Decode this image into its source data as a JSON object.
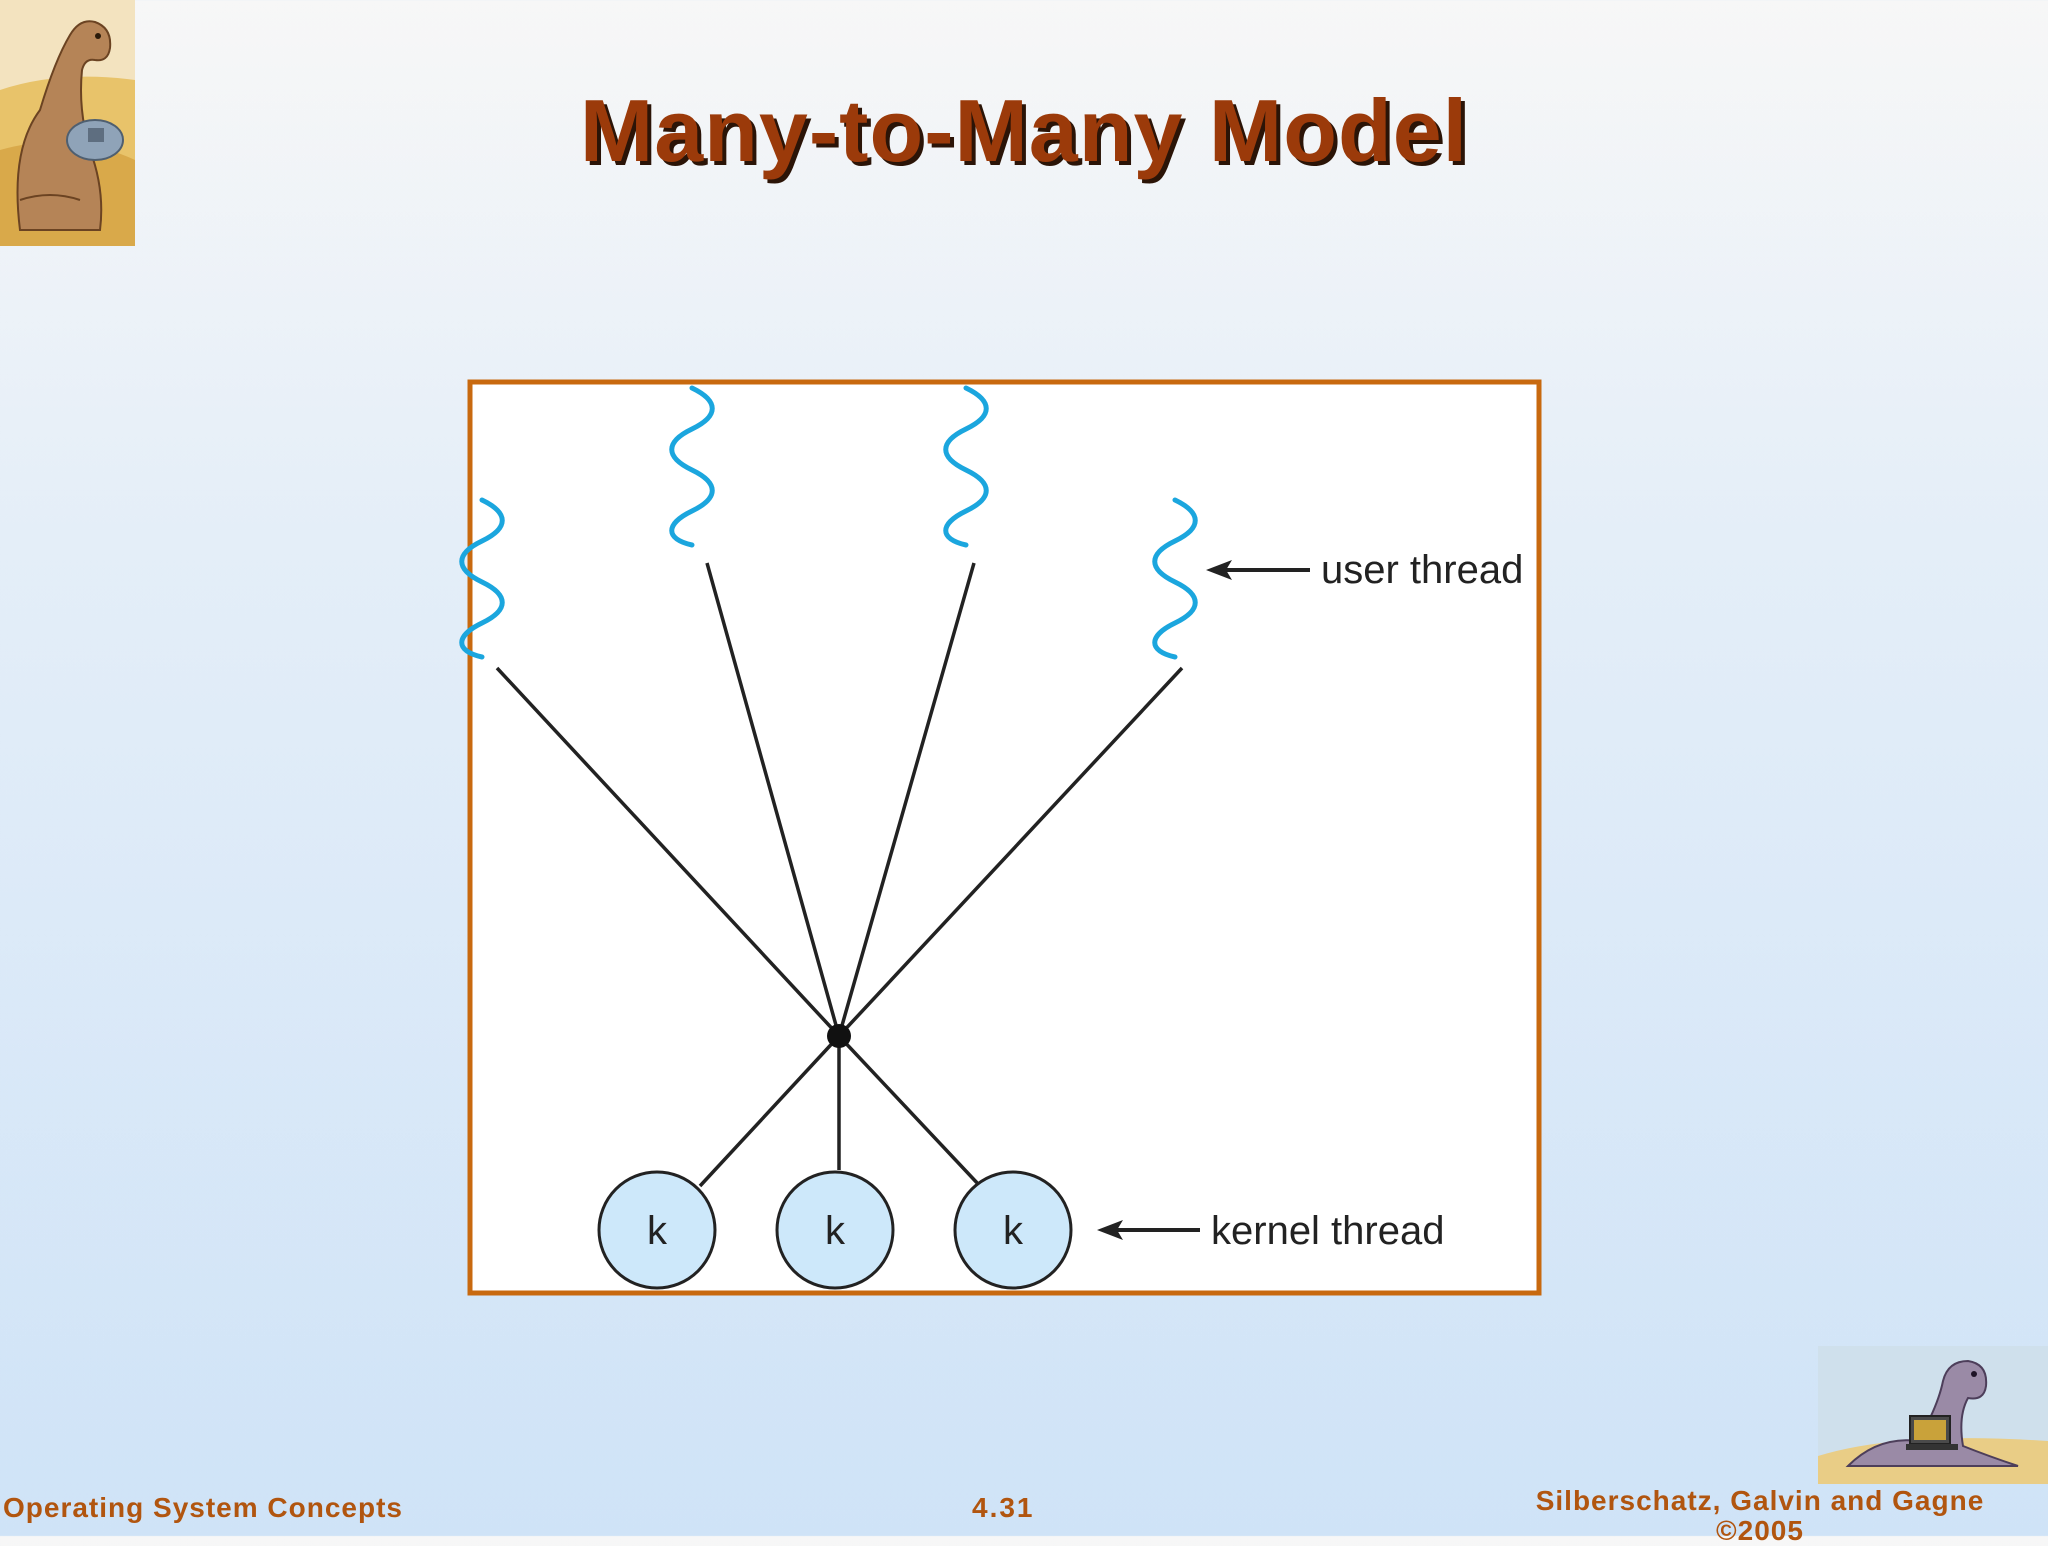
{
  "slide": {
    "title": "Many-to-Many Model"
  },
  "diagram": {
    "user_thread_label": "user thread",
    "kernel_thread_label": "kernel thread",
    "kernel_node_label": "k",
    "user_thread_count": 4,
    "kernel_thread_count": 3,
    "colors": {
      "frame": "#c8690f",
      "user_thread": "#1ba6de",
      "kernel_fill": "#cde8fa",
      "line": "#222222"
    }
  },
  "footer": {
    "left": "Operating System Concepts",
    "center": "4.31",
    "right_line1": "Silberschatz, Galvin and Gagne",
    "right_line2": "©2005"
  },
  "decor": {
    "top_left_icon": "dinosaur-reading-icon",
    "bottom_right_icon": "dinosaur-laptop-icon"
  }
}
